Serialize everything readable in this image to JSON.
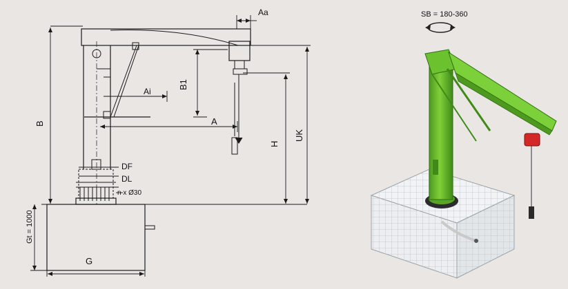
{
  "drawing": {
    "dimensions": {
      "aa": "Aa",
      "b": "B",
      "b1": "B1",
      "ai": "Ai",
      "a": "A",
      "h": "H",
      "uk": "UK",
      "df": "DF",
      "dl": "DL",
      "n_bolts": "n x Ø30",
      "gt": "Gt = 1000",
      "g": "G"
    }
  },
  "render": {
    "slewing_label": "SB = 180-360"
  },
  "colors": {
    "line": "#1a1a1a",
    "crane_green": "#6bc22e",
    "crane_dark": "#3f8a18",
    "hoist_red": "#d42828",
    "foundation_grid": "#b9c0c8",
    "background": "#e9e6e3"
  }
}
